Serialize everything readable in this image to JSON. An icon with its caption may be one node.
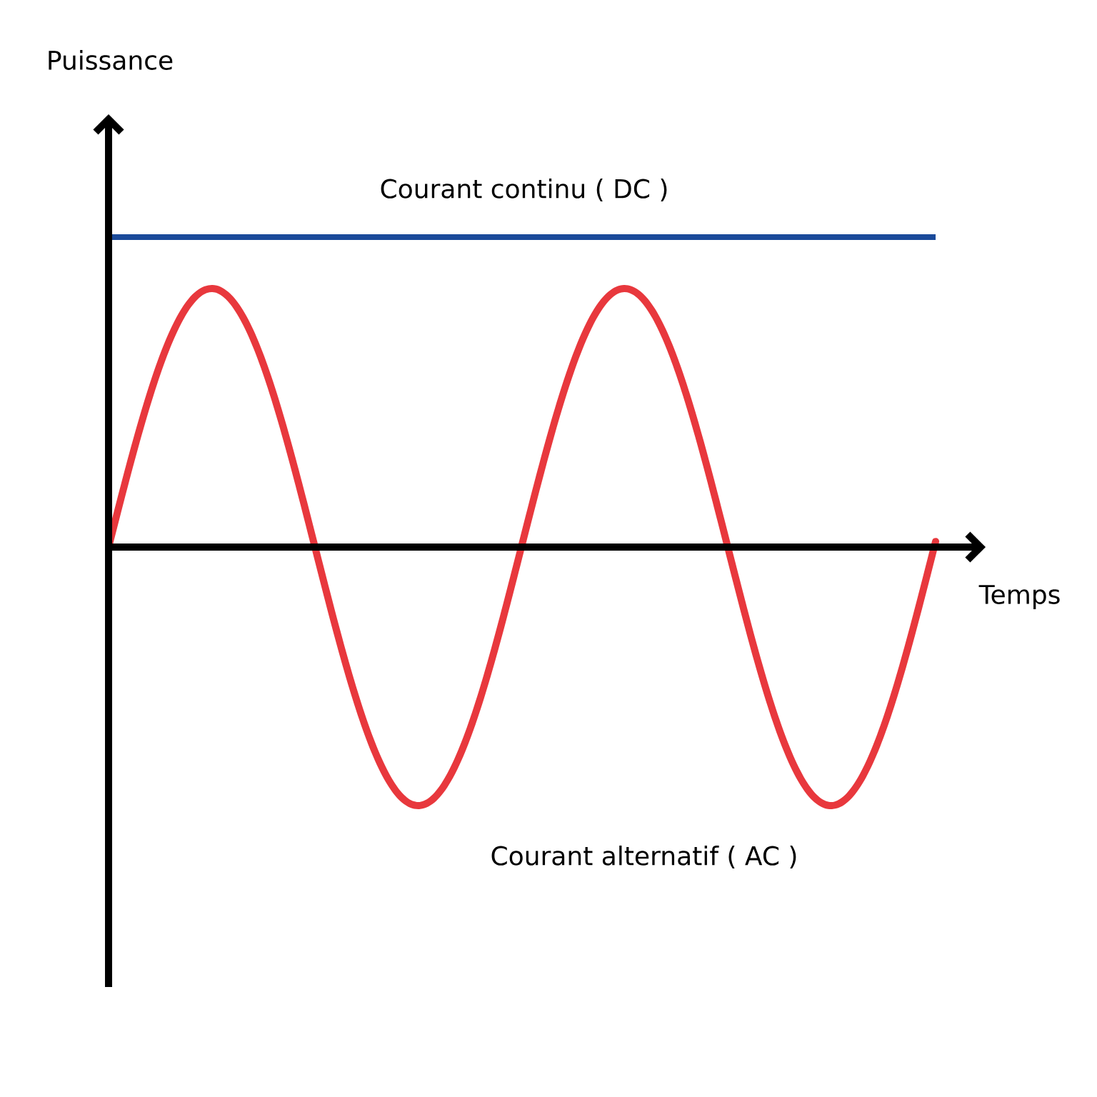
{
  "diagram": {
    "labels": [
      "Puissance",
      "Courant continu ( DC )",
      "Temps",
      "Courant alternatif ( AC )"
    ]
  }
}
